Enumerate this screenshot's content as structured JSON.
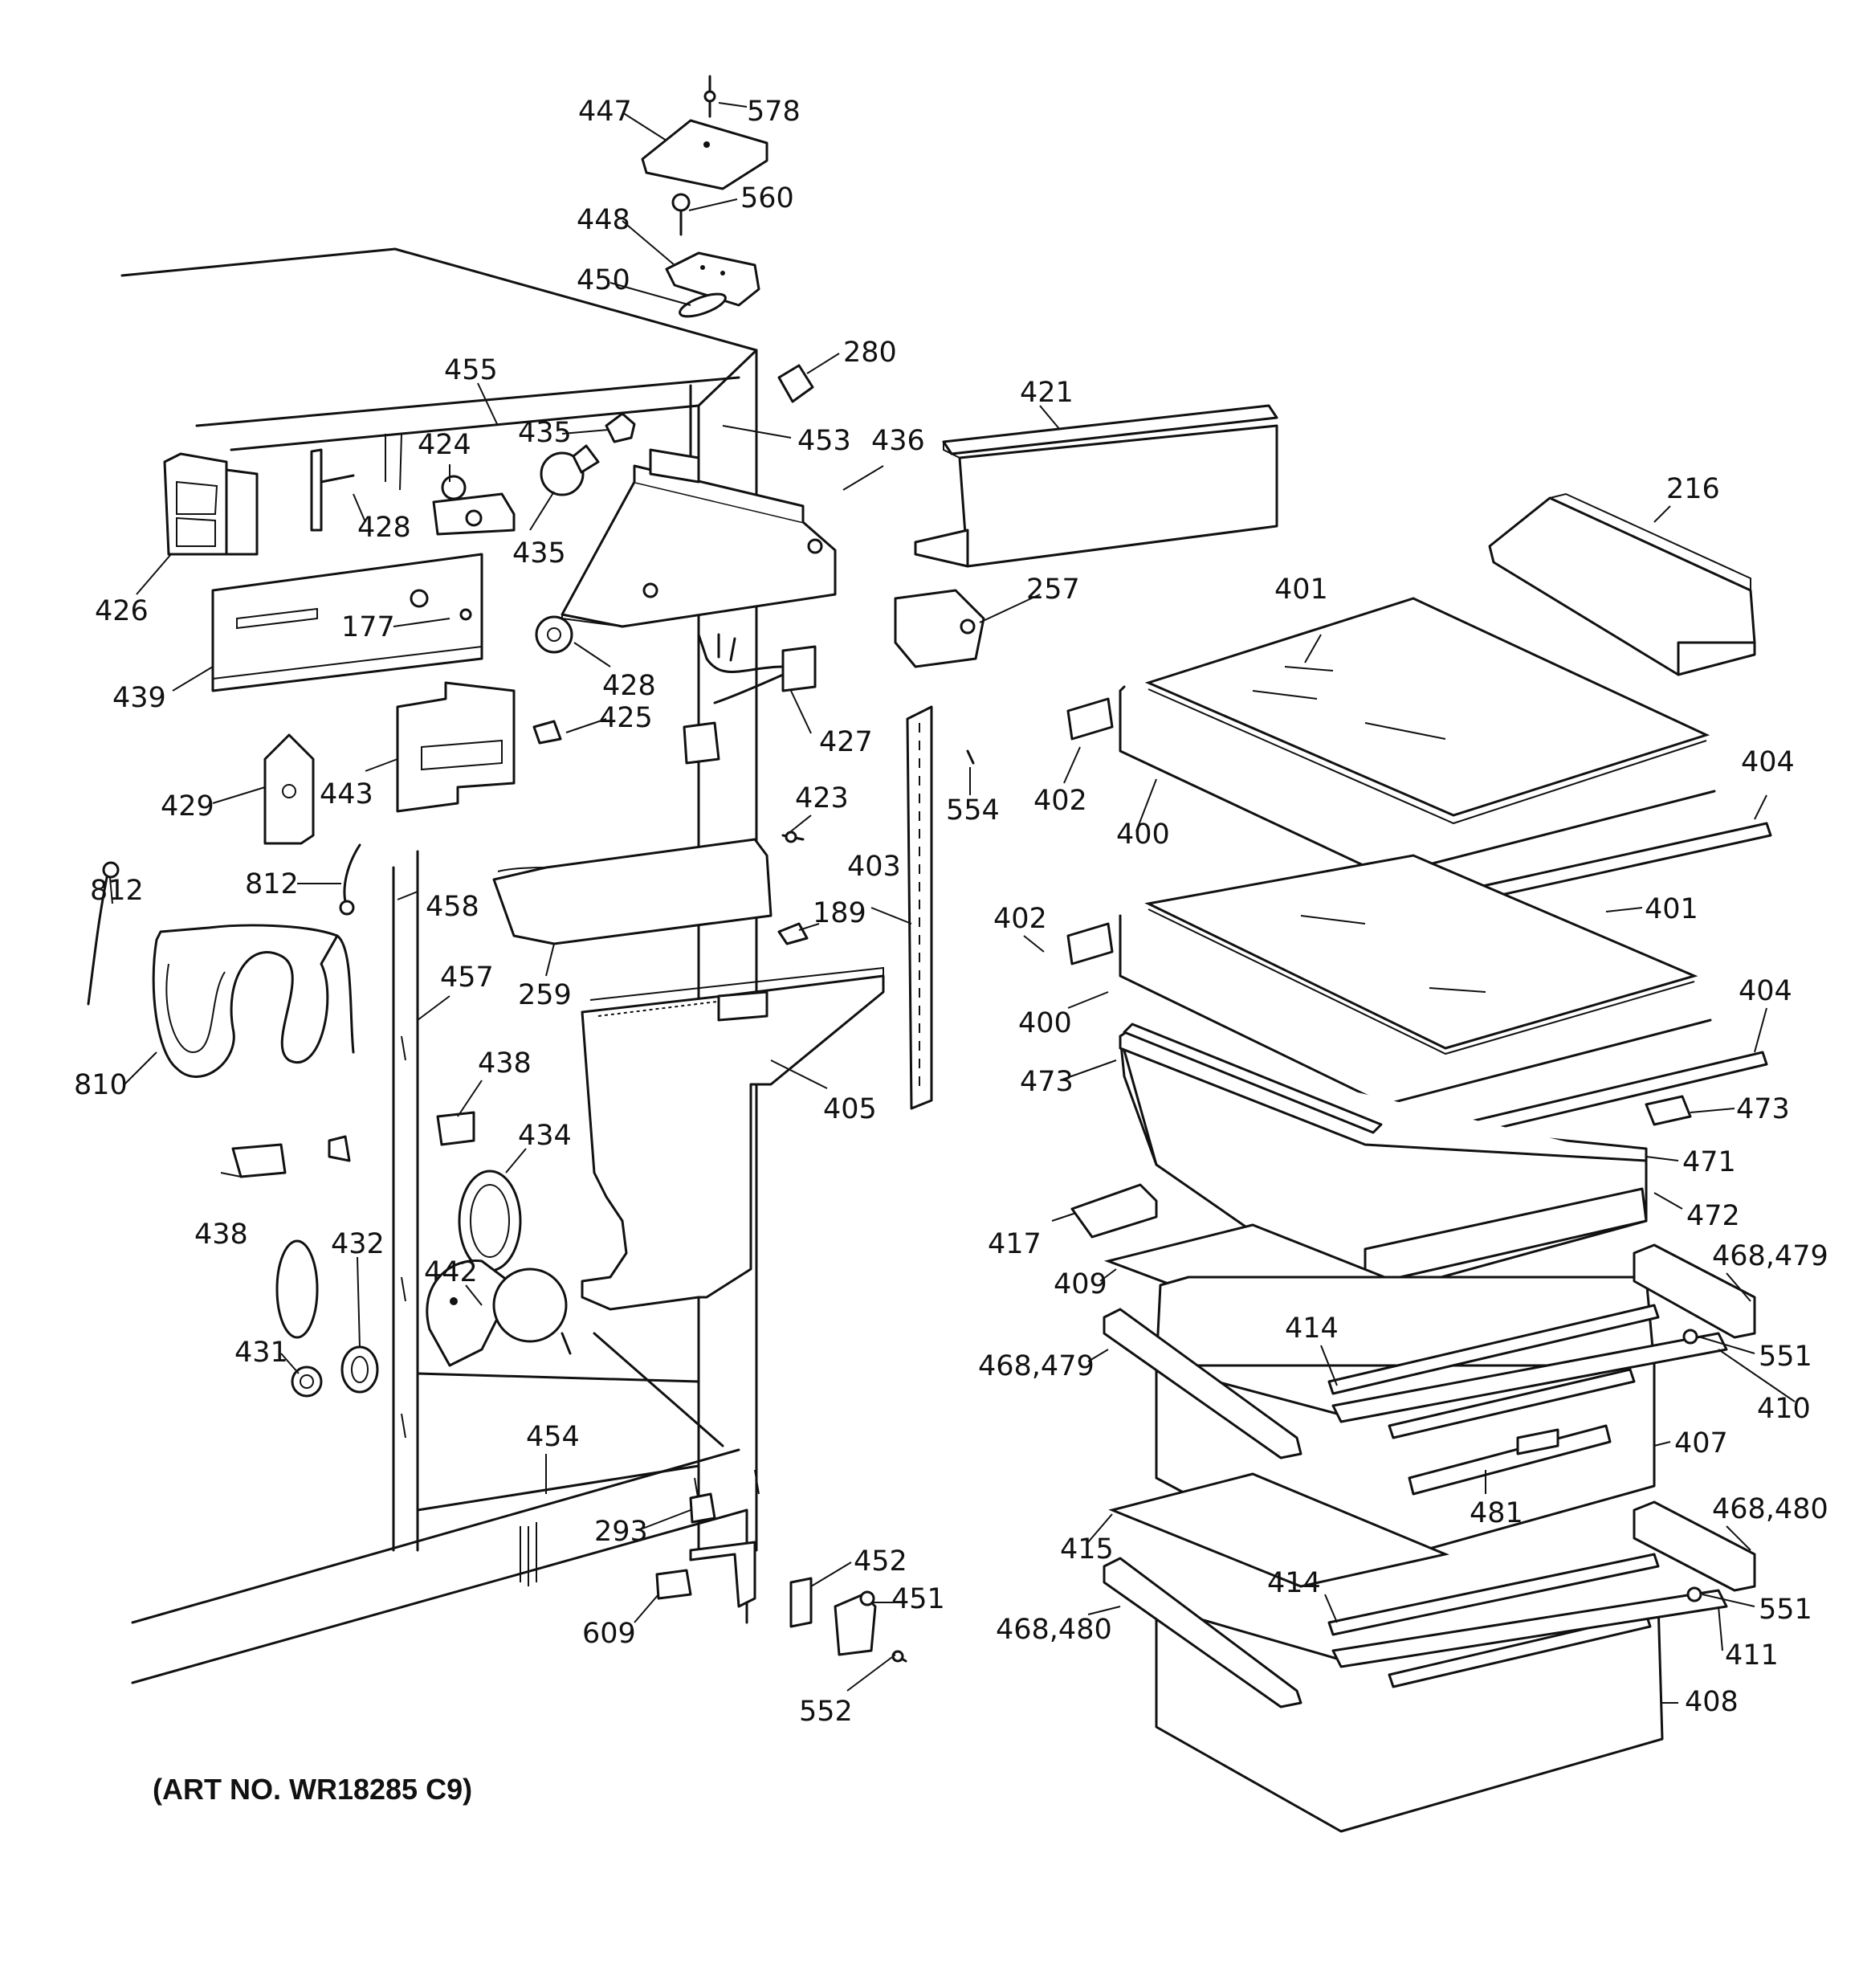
{
  "art_number": "(ART NO. WR18285 C9)",
  "labels": {
    "p447": "447",
    "p578": "578",
    "p560": "560",
    "p448": "448",
    "p450": "450",
    "p280": "280",
    "p455": "455",
    "p435a": "435",
    "p453": "453",
    "p436": "436",
    "p421": "421",
    "p216": "216",
    "p424": "424",
    "p428a": "428",
    "p435b": "435",
    "p426": "426",
    "p177": "177",
    "p257": "257",
    "p401a": "401",
    "p439": "439",
    "p428b": "428",
    "p425": "425",
    "p427": "427",
    "p554": "554",
    "p404a": "404",
    "p402a": "402",
    "p400a": "400",
    "p429": "429",
    "p443": "443",
    "p423": "423",
    "p812a": "812",
    "p812b": "812",
    "p458": "458",
    "p403": "403",
    "p189": "189",
    "p401b": "401",
    "p402b": "402",
    "p404b": "404",
    "p457": "457",
    "p259": "259",
    "p400b": "400",
    "p810": "810",
    "p438a": "438",
    "p473a": "473",
    "p405": "405",
    "p473b": "473",
    "p434": "434",
    "p471": "471",
    "p438b": "438",
    "p472": "472",
    "p417": "417",
    "p432": "432",
    "p442": "442",
    "p468a": "468,479",
    "p409": "409",
    "p414a": "414",
    "p431": "431",
    "p551a": "551",
    "p468b": "468,479",
    "p410": "410",
    "p454": "454",
    "p407": "407",
    "p481": "481",
    "p468c": "468,480",
    "p293": "293",
    "p415": "415",
    "p452": "452",
    "p414b": "414",
    "p551b": "551",
    "p451": "451",
    "p468d": "468,480",
    "p609": "609",
    "p411": "411",
    "p408": "408",
    "p552": "552"
  }
}
